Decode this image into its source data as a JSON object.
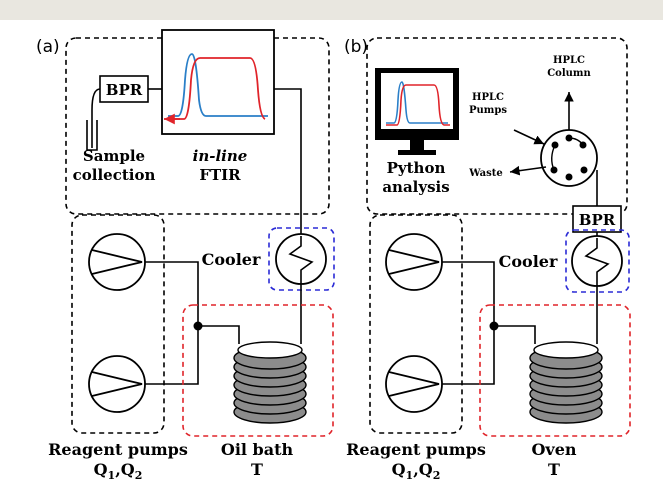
{
  "panels": {
    "a": {
      "tag": "(a)",
      "bpr": "BPR",
      "sample1": "Sample",
      "sample2": "collection",
      "ftir1": "in-line",
      "ftir2": "FTIR",
      "cooler": "Cooler",
      "reagent1": "Reagent pumps",
      "q": "Q",
      "q1sub": "1",
      "qsep": ",Q",
      "q2sub": "2",
      "bath1": "Oil bath",
      "bath2": "T"
    },
    "b": {
      "tag": "(b)",
      "bpr": "BPR",
      "python1": "Python",
      "python2": "analysis",
      "hplc_col1": "HPLC",
      "hplc_col2": "Column",
      "hplc_pumps1": "HPLC",
      "hplc_pumps2": "Pumps",
      "waste": "Waste",
      "cooler": "Cooler",
      "reagent1": "Reagent pumps",
      "q": "Q",
      "q1sub": "1",
      "qsep": ",Q",
      "q2sub": "2",
      "oven1": "Oven",
      "oven2": "T"
    }
  },
  "colors": {
    "blue_box": "#2b2bd6",
    "red_box": "#e0242a",
    "trace_blue": "#2a7fc8",
    "trace_red": "#e0242a",
    "coil": "#8c8c8c",
    "topbar": "#e9e7e0"
  }
}
